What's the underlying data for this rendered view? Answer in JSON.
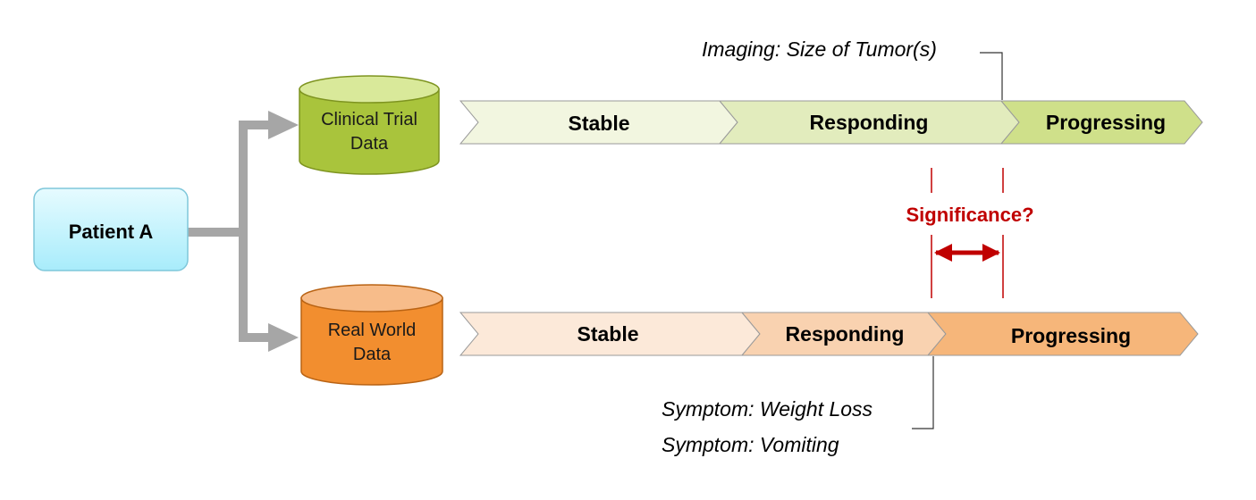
{
  "patient": {
    "label": "Patient A",
    "fill_top": "#e6fbff",
    "fill_bottom": "#a8ecfb",
    "stroke": "#7fc7da"
  },
  "databases": {
    "clinical": {
      "line1": "Clinical Trial",
      "line2": "Data",
      "body_color": "#a9c43c",
      "top_color": "#d9e99a",
      "stroke": "#7e9420"
    },
    "real_world": {
      "line1": "Real World",
      "line2": "Data",
      "body_color": "#f28e2f",
      "top_color": "#f7bc8a",
      "stroke": "#b96314"
    }
  },
  "clinical_timeline": {
    "stages": [
      {
        "label": "Stable",
        "fill": "#f2f6e0"
      },
      {
        "label": "Responding",
        "fill": "#e2ecbd"
      },
      {
        "label": "Progressing",
        "fill": "#cfe08a"
      }
    ]
  },
  "real_world_timeline": {
    "stages": [
      {
        "label": "Stable",
        "fill": "#fce9d9"
      },
      {
        "label": "Responding",
        "fill": "#f9d2b0"
      },
      {
        "label": "Progressing",
        "fill": "#f6b67a"
      }
    ]
  },
  "annotations": {
    "imaging": "Imaging: Size of Tumor(s)",
    "symptom_weight": "Symptom: Weight Loss",
    "symptom_vomiting": "Symptom: Vomiting",
    "significance": "Significance?"
  },
  "colors": {
    "connector": "#a6a6a6",
    "significance": "#c00000",
    "annotation_line": "#333333",
    "chevron_stroke": "#9a9a9a"
  }
}
